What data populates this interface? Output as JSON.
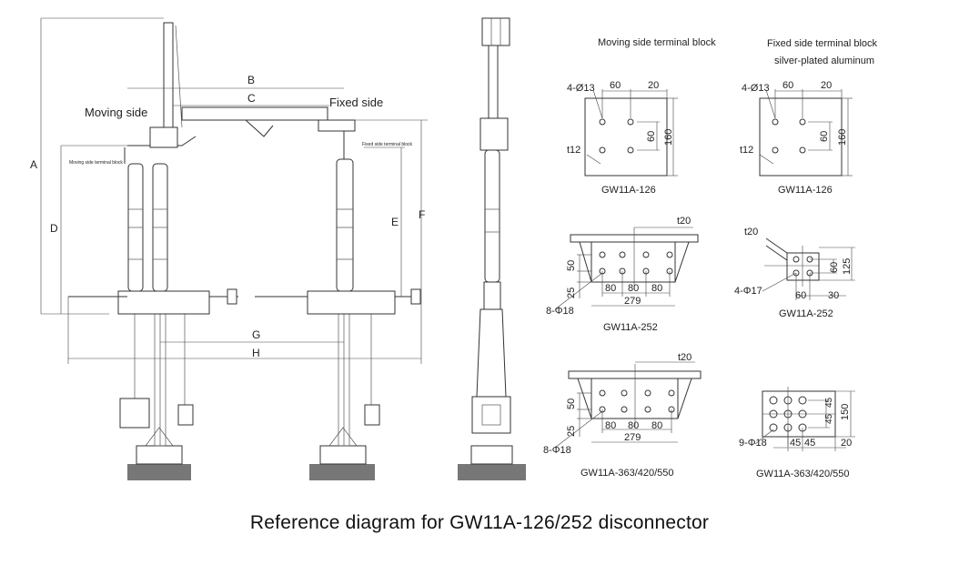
{
  "caption": "Reference diagram for GW11A-126/252 disconnector",
  "front_view": {
    "moving_side": "Moving side",
    "fixed_side": "Fixed side",
    "small_label_left": "Moving side terminal block",
    "small_label_right": "Fixed side terminal block",
    "dimensions": [
      "A",
      "B",
      "C",
      "D",
      "E",
      "F",
      "G",
      "H"
    ]
  },
  "terminal_headers": {
    "moving": "Moving side terminal block",
    "fixed_line1": "Fixed side terminal block",
    "fixed_line2": "silver-plated aluminum"
  },
  "blocks": {
    "m126": {
      "holes": "4-Ø13",
      "w1": "60",
      "w2": "20",
      "h1": "60",
      "h2": "160",
      "t": "t12",
      "model": "GW11A-126"
    },
    "f126": {
      "holes": "4-Ø13",
      "w1": "60",
      "w2": "20",
      "h1": "60",
      "h2": "160",
      "t": "t12",
      "model": "GW11A-126"
    },
    "m252": {
      "t": "t20",
      "v1": "50",
      "v2": "25",
      "holes": "8-Φ18",
      "s1": "80",
      "s2": "80",
      "s3": "80",
      "total": "279",
      "model": "GW11A-252"
    },
    "f252": {
      "t": "t20",
      "h1": "60",
      "h2": "125",
      "holes": "4-Φ17",
      "w1": "60",
      "w2": "30",
      "model": "GW11A-252"
    },
    "m363": {
      "t": "t20",
      "v1": "50",
      "v2": "25",
      "holes": "8-Φ18",
      "s1": "80",
      "s2": "80",
      "s3": "80",
      "total": "279",
      "model": "GW11A-363/420/550"
    },
    "f363": {
      "h1": "45",
      "h2": "45",
      "h3": "150",
      "holes": "9-Φ18",
      "w1": "45",
      "w2": "45",
      "w3": "20",
      "model": "GW11A-363/420/550"
    }
  }
}
